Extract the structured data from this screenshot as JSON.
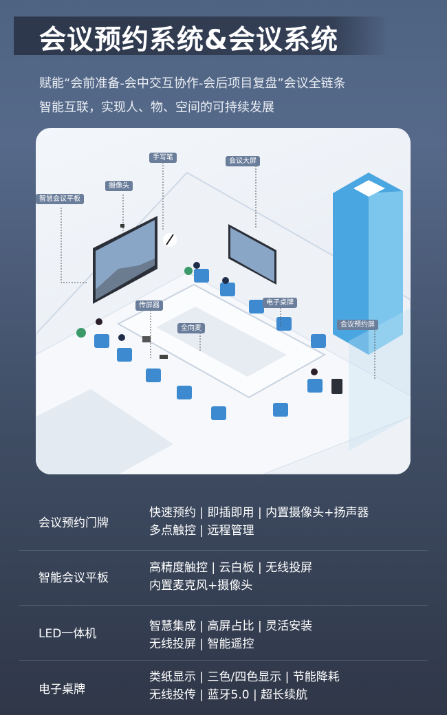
{
  "title": "会议预约系统&会议系统",
  "subtitle_line1": "赋能“会前准备-会中交互协作-会后项目复盘”会议全链条",
  "subtitle_line2": "智能互联，实现人、物、空间的可持续发展",
  "illustration_labels": {
    "pen": "手写笔",
    "big_screen": "会议大屏",
    "camera": "摄像头",
    "smart_panel": "智慧会议平板",
    "screen_share": "传屏器",
    "omni_mic": "全向麦",
    "e_nameplate": "电子桌牌",
    "booking_screen": "会议预约屏"
  },
  "products": [
    {
      "name": "会议预约门牌",
      "line1": "快速预约 | 即插即用 | 内置摄像头+扬声器",
      "line2": "多点触控 | 远程管理"
    },
    {
      "name": "智能会议平板",
      "line1": "高精度触控 | 云白板 | 无线投屏",
      "line2": "内置麦克风+摄像头"
    },
    {
      "name": "LED一体机",
      "line1": "智慧集成 | 高屏占比 | 灵活安装",
      "line2": "无线投屏 | 智能遥控"
    },
    {
      "name": "电子桌牌",
      "line1": "类纸显示 | 三色/四色显示 | 节能降耗",
      "line2": "无线投传 | 蓝牙5.0 | 超长续航"
    }
  ]
}
